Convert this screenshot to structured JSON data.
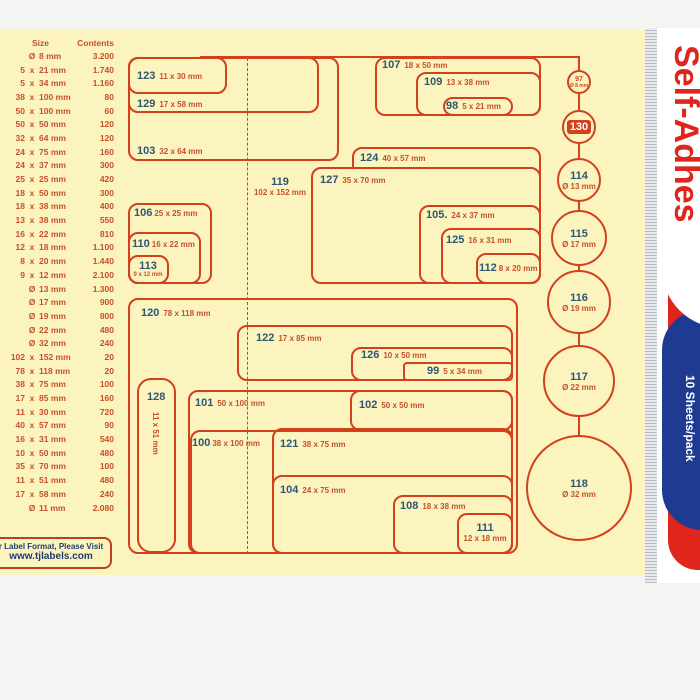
{
  "table": {
    "header_size": "Size",
    "header_contents": "Contents",
    "rows": [
      [
        "",
        "Ø",
        "8 mm",
        "3.200"
      ],
      [
        "5",
        "x",
        "21 mm",
        "1.740"
      ],
      [
        "5",
        "x",
        "34 mm",
        "1.160"
      ],
      [
        "38",
        "x",
        "100 mm",
        "80"
      ],
      [
        "50",
        "x",
        "100 mm",
        "60"
      ],
      [
        "50",
        "x",
        "50 mm",
        "120"
      ],
      [
        "32",
        "x",
        "64 mm",
        "120"
      ],
      [
        "24",
        "x",
        "75 mm",
        "160"
      ],
      [
        "24",
        "x",
        "37 mm",
        "300"
      ],
      [
        "25",
        "x",
        "25 mm",
        "420"
      ],
      [
        "18",
        "x",
        "50 mm",
        "300"
      ],
      [
        "18",
        "x",
        "38 mm",
        "400"
      ],
      [
        "13",
        "x",
        "38 mm",
        "550"
      ],
      [
        "16",
        "x",
        "22 mm",
        "810"
      ],
      [
        "12",
        "x",
        "18 mm",
        "1.100"
      ],
      [
        "8",
        "x",
        "20 mm",
        "1.440"
      ],
      [
        "9",
        "x",
        "12 mm",
        "2.100"
      ],
      [
        "",
        "Ø",
        "13 mm",
        "1.300"
      ],
      [
        "",
        "Ø",
        "17 mm",
        "900"
      ],
      [
        "",
        "Ø",
        "19 mm",
        "800"
      ],
      [
        "",
        "Ø",
        "22 mm",
        "480"
      ],
      [
        "",
        "Ø",
        "32 mm",
        "240"
      ],
      [
        "102",
        "x",
        "152 mm",
        "20"
      ],
      [
        "78",
        "x",
        "118 mm",
        "20"
      ],
      [
        "38",
        "x",
        "75 mm",
        "100"
      ],
      [
        "17",
        "x",
        "85 mm",
        "160"
      ],
      [
        "11",
        "x",
        "30 mm",
        "720"
      ],
      [
        "40",
        "x",
        "57 mm",
        "90"
      ],
      [
        "16",
        "x",
        "31 mm",
        "540"
      ],
      [
        "10",
        "x",
        "50 mm",
        "480"
      ],
      [
        "35",
        "x",
        "70 mm",
        "100"
      ],
      [
        "11",
        "x",
        "51 mm",
        "480"
      ],
      [
        "17",
        "x",
        "58 mm",
        "240"
      ],
      [
        "",
        "Ø",
        "11 mm",
        "2.080"
      ]
    ]
  },
  "visit": {
    "line1": "r Label Format, Please Visit",
    "url": "www.tjlabels.com"
  },
  "labels": {
    "l123": [
      "123",
      "11 x 30 mm"
    ],
    "l129": [
      "129",
      "17 x 58 mm"
    ],
    "l103": [
      "103",
      "32 x 64 mm"
    ],
    "l119": [
      "119",
      "102 x 152 mm"
    ],
    "l107": [
      "107",
      "18 x 50 mm"
    ],
    "l109": [
      "109",
      "13 x 38 mm"
    ],
    "l98": [
      "98",
      "5 x 21 mm"
    ],
    "l124": [
      "124",
      "40 x 57 mm"
    ],
    "l127": [
      "127",
      "35 x 70 mm"
    ],
    "l105": [
      "105.",
      "24 x 37 mm"
    ],
    "l125": [
      "125",
      "16 x 31 mm"
    ],
    "l112": [
      "112",
      "8 x 20 mm"
    ],
    "l106": [
      "106",
      "25 x 25 mm"
    ],
    "l110": [
      "110",
      "16 x 22 mm"
    ],
    "l113": [
      "113",
      "9 x 12 mm"
    ],
    "l120": [
      "120",
      "78 x 118 mm"
    ],
    "l122": [
      "122",
      "17 x 85 mm"
    ],
    "l126": [
      "126",
      "10 x 50 mm"
    ],
    "l99": [
      "99",
      "5 x 34 mm"
    ],
    "l128": [
      "128",
      "11 x 51 mm"
    ],
    "l101": [
      "101",
      "50 x 100 mm"
    ],
    "l102": [
      "102",
      "50 x 50 mm"
    ],
    "l100": [
      "100",
      "38 x 100 mm"
    ],
    "l121": [
      "121",
      "38 x 75 mm"
    ],
    "l104": [
      "104",
      "24 x 75 mm"
    ],
    "l108": [
      "108",
      "18 x 38 mm"
    ],
    "l111": [
      "111",
      "12 x 18 mm"
    ],
    "l97": [
      "97",
      "Ø 8 mm"
    ],
    "l130": [
      "130",
      ""
    ],
    "l114": [
      "114",
      "Ø 13 mm"
    ],
    "l115": [
      "115",
      "Ø 17 mm"
    ],
    "l116": [
      "116",
      "Ø 19 mm"
    ],
    "l117": [
      "117",
      "Ø 22 mm"
    ],
    "l118": [
      "118",
      "Ø 32 mm"
    ]
  },
  "package": {
    "brand_text": "Self-Adhes",
    "count": "10 Sheets/pack"
  },
  "colors": {
    "sheet": "#fbf4bf",
    "outline": "#d2401c",
    "number": "#2c5773",
    "size": "#c7502a"
  }
}
